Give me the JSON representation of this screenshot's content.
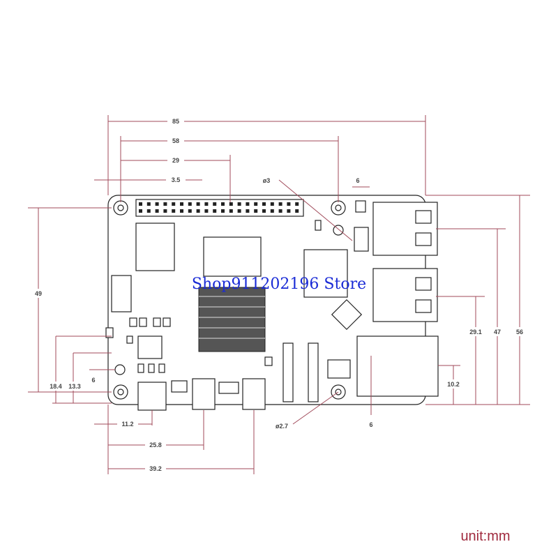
{
  "watermark": "Shop911202196 Store",
  "unit_label": "unit:mm",
  "colors": {
    "dimension": "#a04a5a",
    "outline": "#222222",
    "watermark": "#1a2bd6",
    "unit": "#a02a3e"
  },
  "dimensions": {
    "board_length": "85",
    "mount_hole_span_x": "58",
    "gpio_center": "29",
    "mount_hole_offset_x": "3.5",
    "hole_diameter_top": "ø3",
    "usb_offset_top": "6",
    "mount_hole_span_y": "49",
    "audio_height": "18.4",
    "hdmi_height": "13.3",
    "led_offset": "6",
    "usbc_offset": "11.2",
    "hdmi0_offset": "25.8",
    "hdmi1_offset": "39.2",
    "hole_diameter_bottom": "ø2.7",
    "ethernet_offset_bottom": "6",
    "ethernet_height": "10.2",
    "usb2_height": "29.1",
    "usb1_height": "47",
    "board_width": "56"
  }
}
